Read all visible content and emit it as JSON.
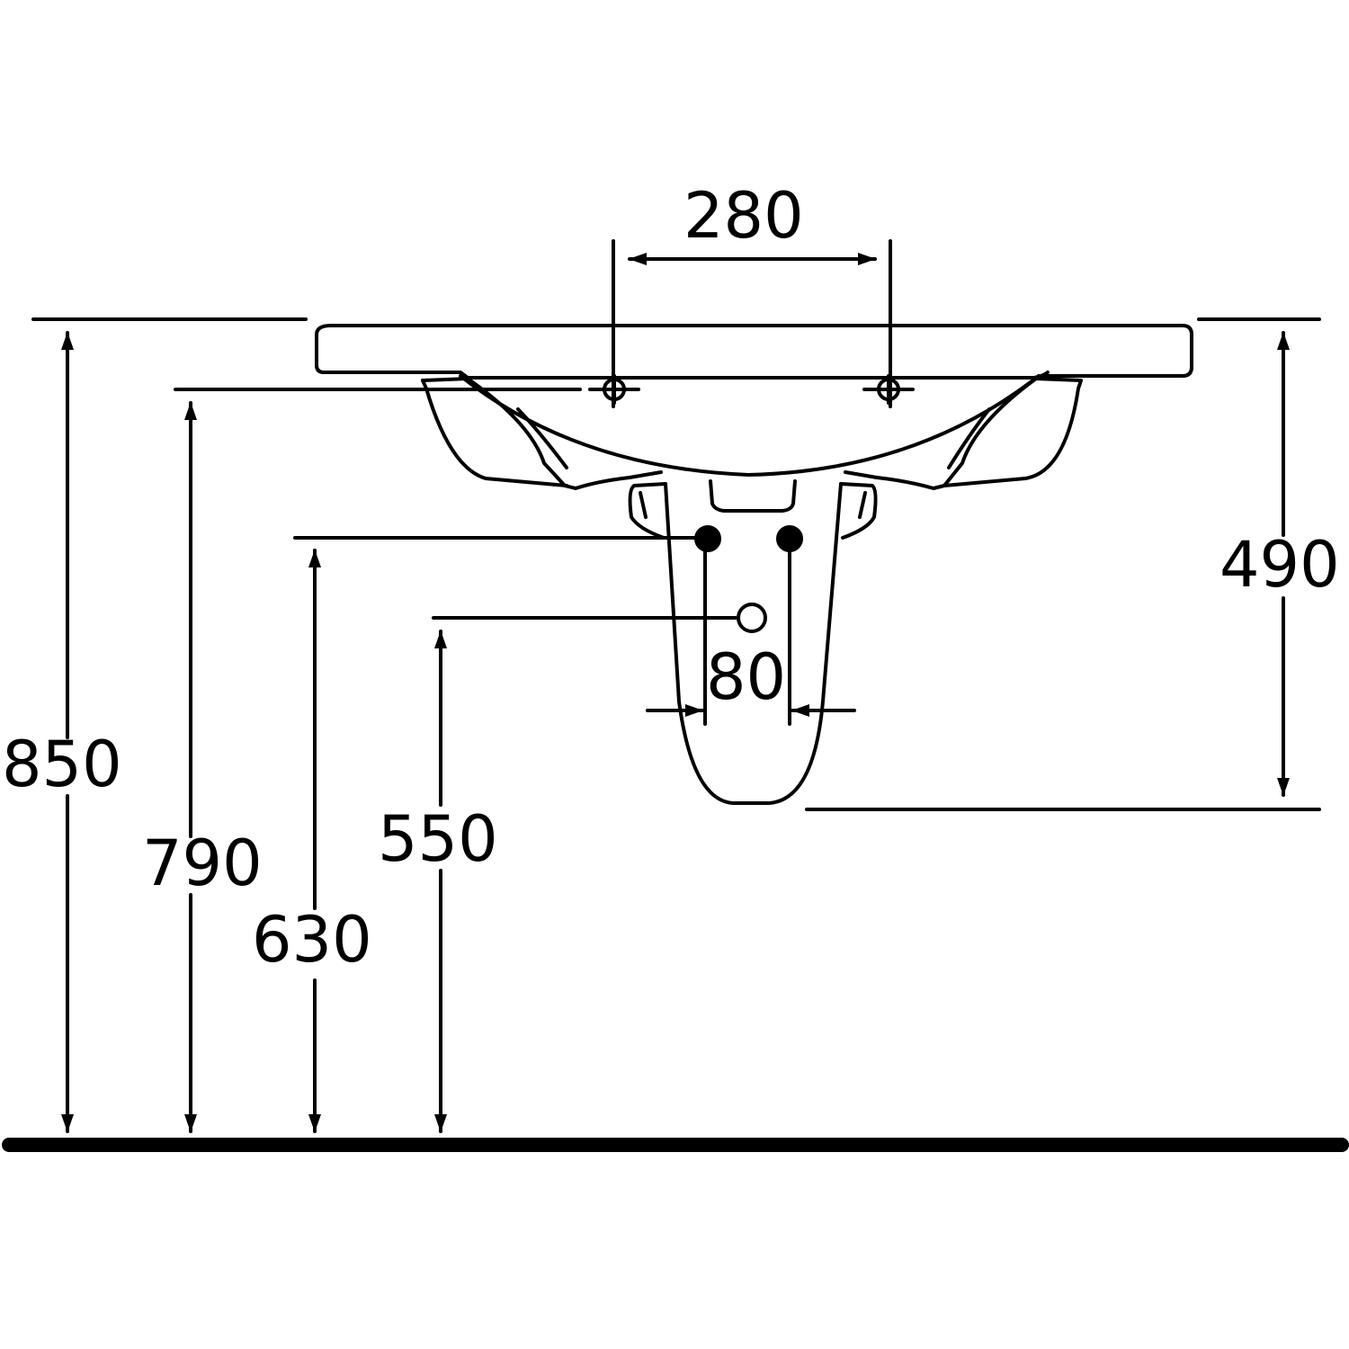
{
  "colors": {
    "line": "#000000",
    "background": "#ffffff"
  },
  "dimensions": {
    "tap_spacing": "280",
    "basin_height_total": "850",
    "basin_underside_height": "790",
    "supply_height": "630",
    "waste_height": "550",
    "supply_spacing": "80",
    "pedestal_drop": "490"
  }
}
